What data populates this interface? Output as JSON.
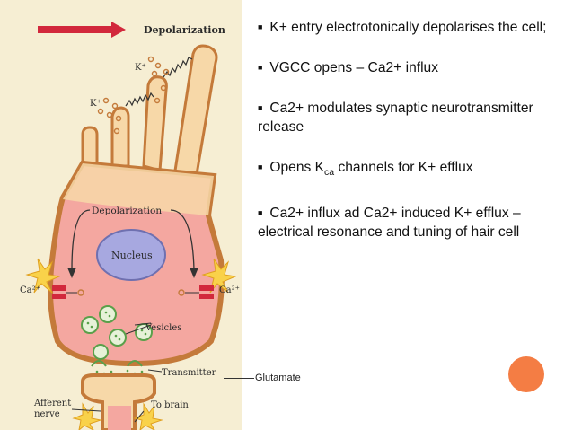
{
  "figure": {
    "labels": {
      "depolarization_top": "Depolarization",
      "k_top": "K⁺",
      "k_left": "K⁺",
      "depolarization_mid": "Depolarization",
      "nucleus": "Nucleus",
      "ca_left": "Ca²⁺",
      "ca_right": "Ca²⁺",
      "vesicles": "Vesicles",
      "transmitter": "Transmitter",
      "afferent_line1": "Afferent",
      "afferent_line2": "nerve",
      "to_brain": "To brain"
    }
  },
  "bullets": [
    {
      "text": "K+ entry electrotonically depolarises the cell;"
    },
    {
      "text": "VGCC opens – Ca2+ influx"
    },
    {
      "text": "Ca2+ modulates synaptic neurotransmitter release"
    },
    {
      "pre": "Opens K",
      "sub": "ca",
      "post": " channels for K+ efflux"
    },
    {
      "text": "Ca2+ influx ad Ca2+ induced K+ efflux – electrical resonance and tuning of hair cell"
    }
  ],
  "annotation": {
    "glutamate": "Glutamate"
  },
  "colors": {
    "figure_background": "#f6eed3",
    "cell_body": "#f4a7a0",
    "cell_outline": "#c47a3a",
    "hair_bundle": "#f7d8a8",
    "nucleus": "#a7a8e0",
    "accent_circle": "#f47d44"
  }
}
